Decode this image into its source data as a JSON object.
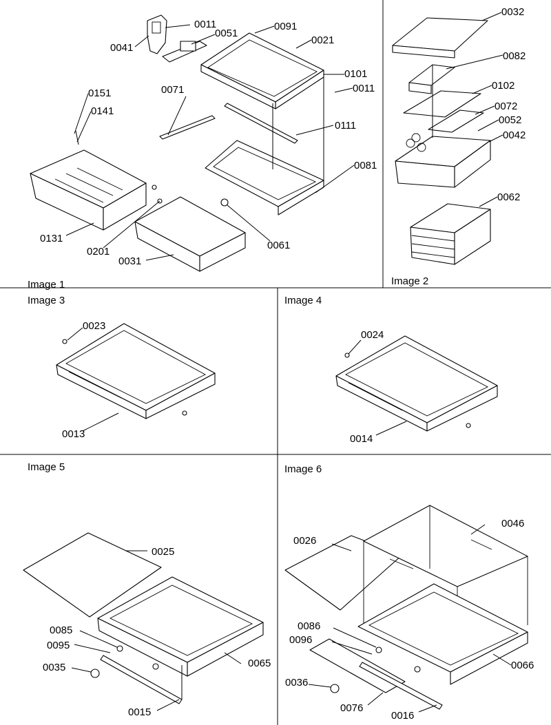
{
  "captions": {
    "image1": "Image 1",
    "image2": "Image 2",
    "image3": "Image 3",
    "image4": "Image 4",
    "image5": "Image 5",
    "image6": "Image 6"
  },
  "labels": {
    "p0011a": "0011",
    "p0051": "0051",
    "p0041": "0041",
    "p0091": "0091",
    "p0021": "0021",
    "p0101": "0101",
    "p0011b": "0011",
    "p0151": "0151",
    "p0141": "0141",
    "p0071": "0071",
    "p0111": "0111",
    "p0081": "0081",
    "p0131": "0131",
    "p0201": "0201",
    "p0031": "0031",
    "p0061": "0061",
    "p0032": "0032",
    "p0082": "0082",
    "p0102": "0102",
    "p0072": "0072",
    "p0052": "0052",
    "p0042": "0042",
    "p0062": "0062",
    "p0023": "0023",
    "p0013": "0013",
    "p0024": "0024",
    "p0014": "0014",
    "p0025": "0025",
    "p0085": "0085",
    "p0095": "0095",
    "p0035": "0035",
    "p0065": "0065",
    "p0015": "0015",
    "p0026": "0026",
    "p0046": "0046",
    "p0086": "0086",
    "p0096": "0096",
    "p0036": "0036",
    "p0066": "0066",
    "p0076": "0076",
    "p0016": "0016"
  }
}
